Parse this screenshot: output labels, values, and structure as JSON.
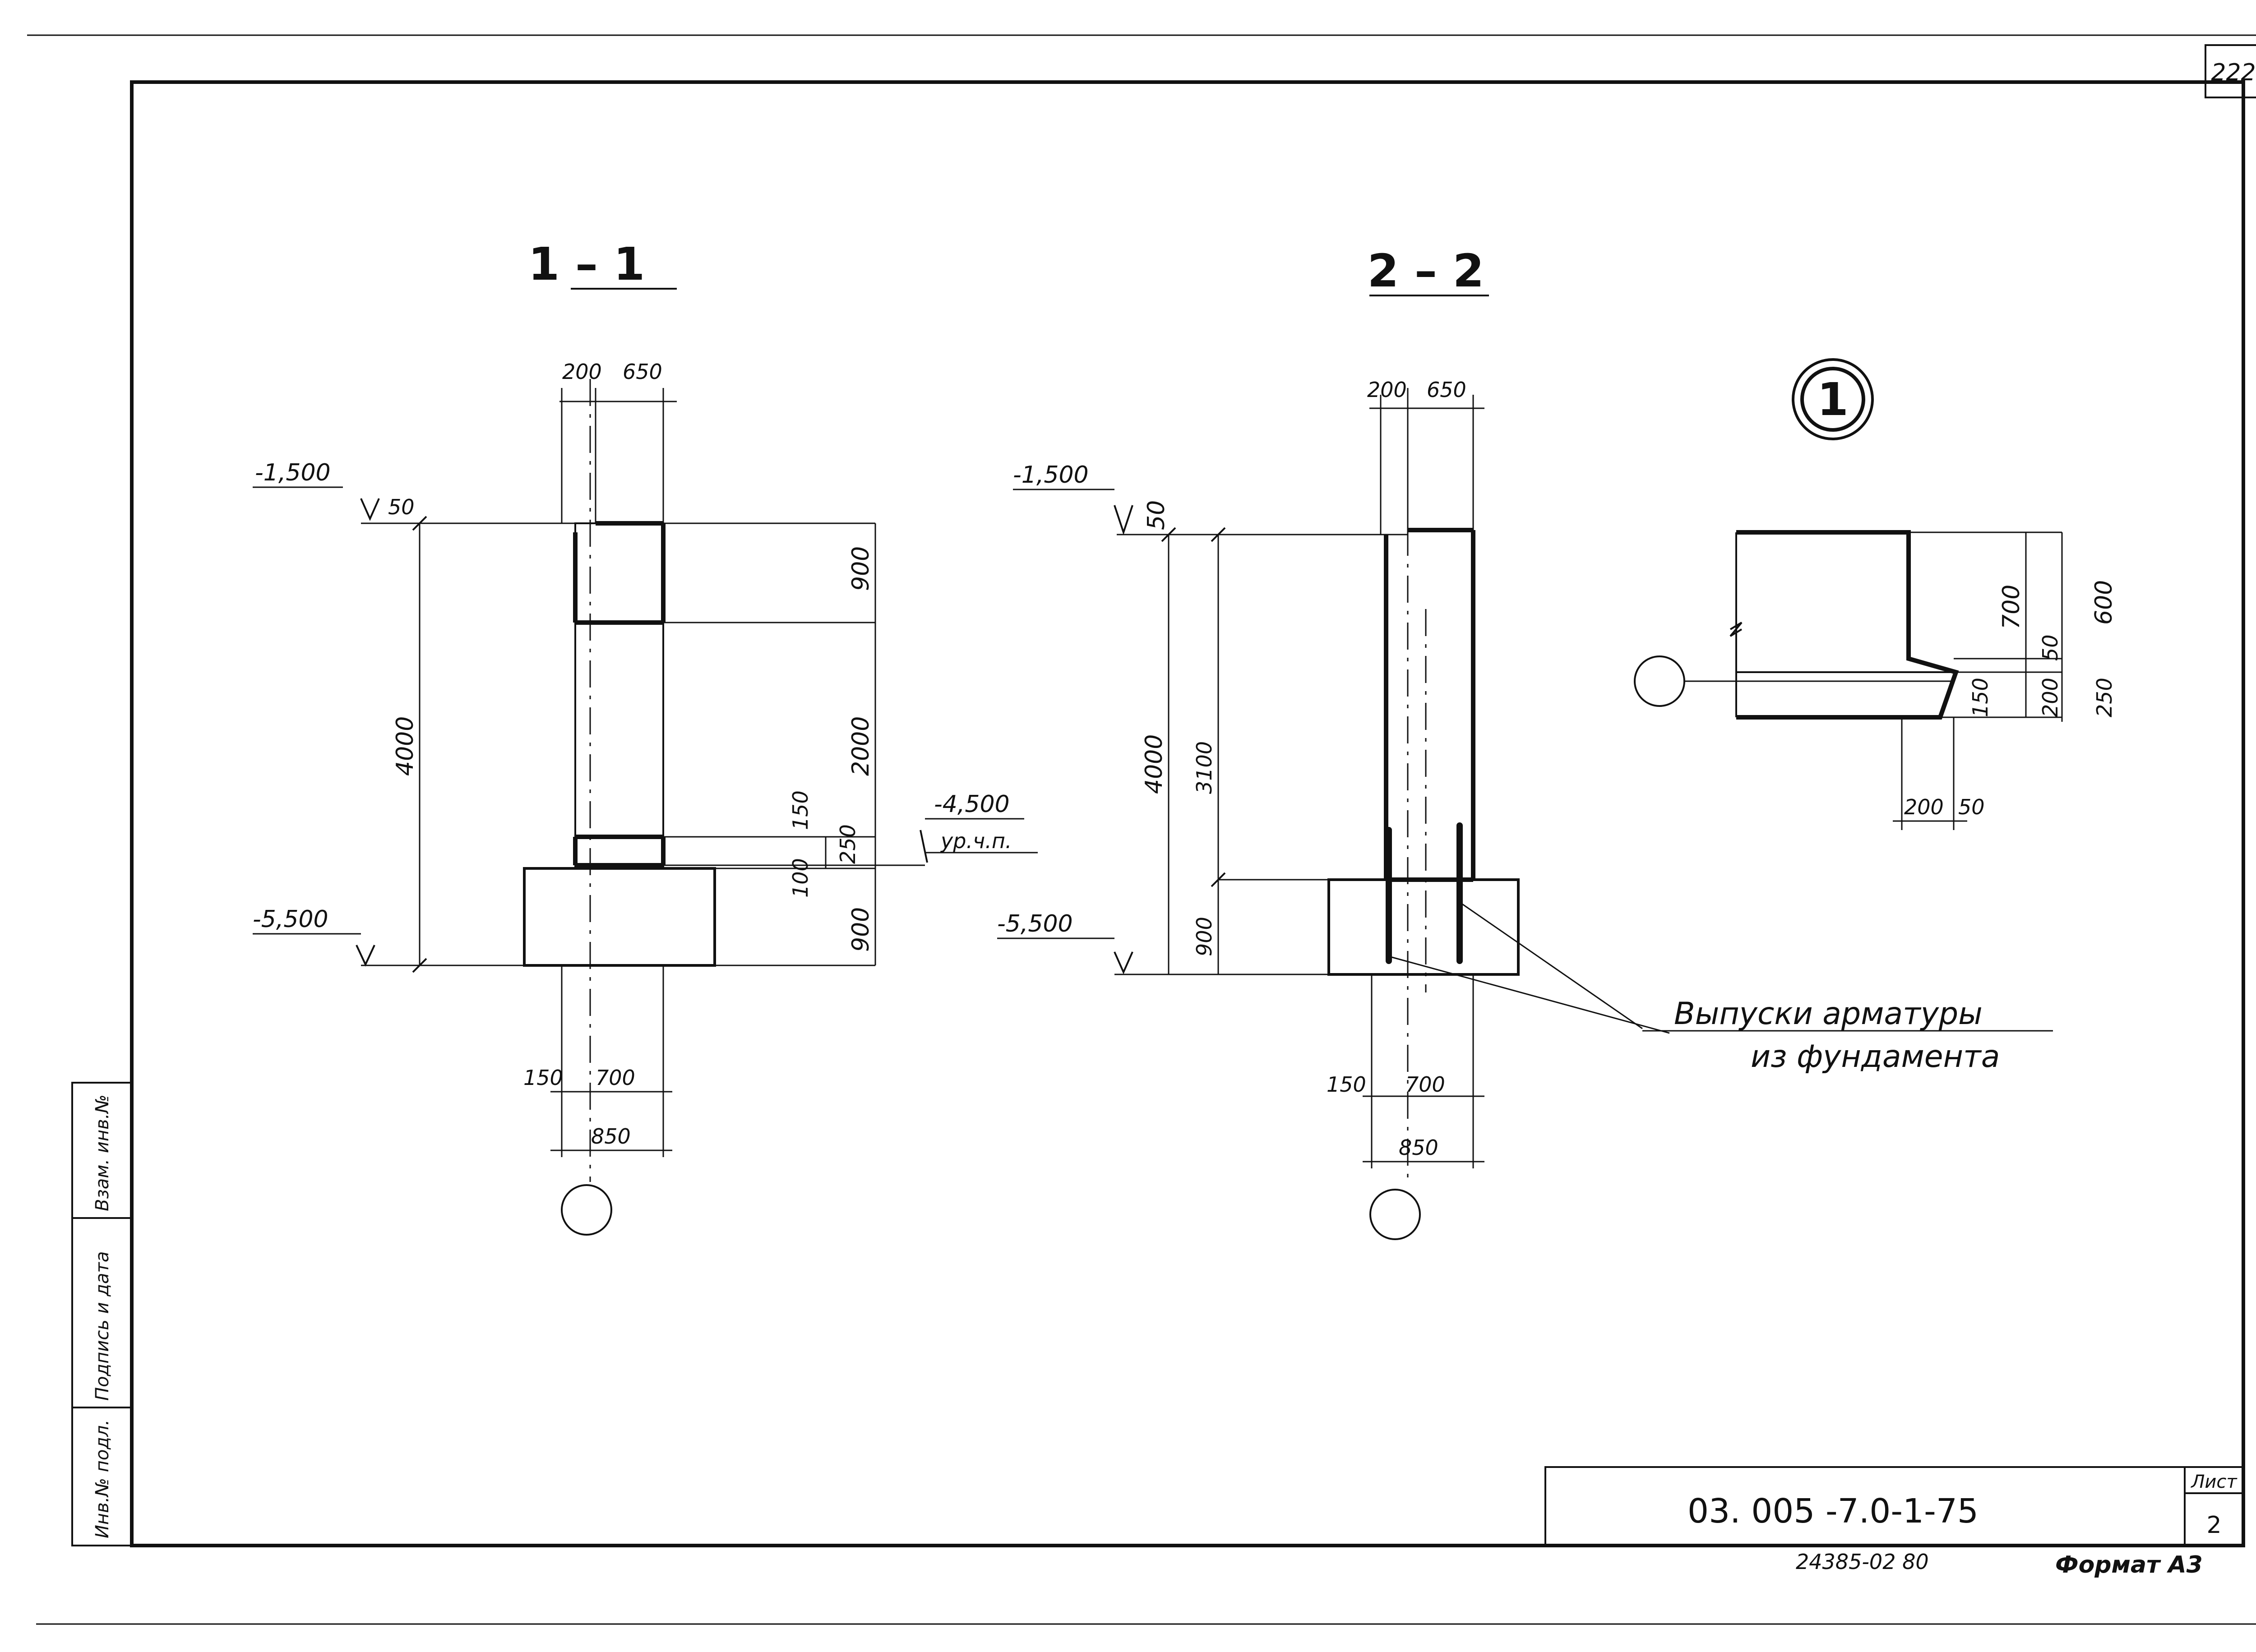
{
  "sheet": {
    "corner_number": "222",
    "document_code": "03. 005 -7.0-1-75",
    "sheet_label": "Лист",
    "sheet_number": "2",
    "print_code": "24385-02   80",
    "format": "Формат А3"
  },
  "stamp_column": {
    "inv_podl": "Инв.№ подл.",
    "podpis_data": "Подпись и дата",
    "vzam_inv": "Взам. инв.№"
  },
  "section_1": {
    "title": "1 – 1",
    "dims_top": [
      "200",
      "650"
    ],
    "dims_right": [
      "900",
      "2000",
      "150",
      "250",
      "100",
      "900"
    ],
    "dim_overall": "4000",
    "dim_step": "50",
    "level_top": "-1,500",
    "level_floor": "-4,500",
    "level_floor_note": "ур.ч.п.",
    "level_bottom": "-5,500",
    "dims_bottom": [
      "150",
      "700",
      "850"
    ]
  },
  "section_2": {
    "title": "2 – 2",
    "dims_top": [
      "200",
      "650"
    ],
    "dim_overall": "4000",
    "dim_wall": "3100",
    "dim_footing": "900",
    "dim_step": "50",
    "level_top": "-1,500",
    "level_bottom": "-5,500",
    "dims_bottom": [
      "150",
      "700",
      "850"
    ],
    "callout": [
      "Выпуски арматуры",
      "из фундамента"
    ]
  },
  "detail_1": {
    "label": "1",
    "dims_right": [
      "700",
      "50",
      "600",
      "150",
      "200",
      "250"
    ],
    "dims_bottom": [
      "200",
      "50"
    ]
  }
}
